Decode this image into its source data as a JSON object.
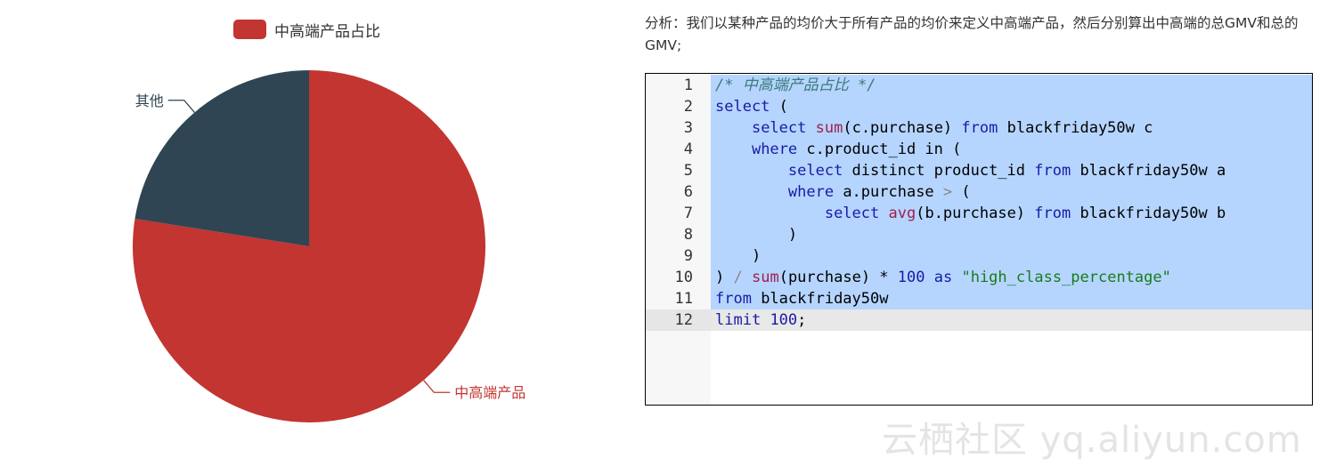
{
  "chart_data": {
    "type": "pie",
    "legend": [
      "中高端产品占比"
    ],
    "legend_color": "#c23531",
    "slices": [
      {
        "name": "中高端产品",
        "value": 77.5,
        "color": "#c23531"
      },
      {
        "name": "其他",
        "value": 22.5,
        "color": "#2f4554"
      }
    ]
  },
  "analysis": {
    "text": "分析：我们以某种产品的均价大于所有产品的均价来定义中高端产品，然后分别算出中高端的总GMV和总的GMV;"
  },
  "editor": {
    "lines": [
      {
        "num": "1",
        "tokens": [
          [
            "com",
            "/* 中高端产品占比 */"
          ]
        ]
      },
      {
        "num": "2",
        "tokens": [
          [
            "kw",
            "select"
          ],
          [
            "plain",
            " ("
          ]
        ]
      },
      {
        "num": "3",
        "tokens": [
          [
            "plain",
            "    "
          ],
          [
            "kw",
            "select"
          ],
          [
            "plain",
            " "
          ],
          [
            "fn",
            "sum"
          ],
          [
            "plain",
            "(c.purchase) "
          ],
          [
            "kw",
            "from"
          ],
          [
            "plain",
            " blackfriday50w c"
          ]
        ]
      },
      {
        "num": "4",
        "tokens": [
          [
            "plain",
            "    "
          ],
          [
            "kw",
            "where"
          ],
          [
            "plain",
            " c.product_id in ("
          ]
        ]
      },
      {
        "num": "5",
        "tokens": [
          [
            "plain",
            "        "
          ],
          [
            "kw",
            "select"
          ],
          [
            "plain",
            " distinct product_id "
          ],
          [
            "kw",
            "from"
          ],
          [
            "plain",
            " blackfriday50w a"
          ]
        ]
      },
      {
        "num": "6",
        "tokens": [
          [
            "plain",
            "        "
          ],
          [
            "kw",
            "where"
          ],
          [
            "plain",
            " a.purchase "
          ],
          [
            "op",
            ">"
          ],
          [
            "plain",
            " ("
          ]
        ]
      },
      {
        "num": "7",
        "tokens": [
          [
            "plain",
            "            "
          ],
          [
            "kw",
            "select"
          ],
          [
            "plain",
            " "
          ],
          [
            "fn",
            "avg"
          ],
          [
            "plain",
            "(b.purchase) "
          ],
          [
            "kw",
            "from"
          ],
          [
            "plain",
            " blackfriday50w b"
          ]
        ]
      },
      {
        "num": "8",
        "tokens": [
          [
            "plain",
            "        )"
          ]
        ]
      },
      {
        "num": "9",
        "tokens": [
          [
            "plain",
            "    )"
          ]
        ]
      },
      {
        "num": "10",
        "tokens": [
          [
            "plain",
            ") "
          ],
          [
            "op",
            "/"
          ],
          [
            "plain",
            " "
          ],
          [
            "fn",
            "sum"
          ],
          [
            "plain",
            "(purchase) * "
          ],
          [
            "num",
            "100"
          ],
          [
            "plain",
            " "
          ],
          [
            "kw",
            "as"
          ],
          [
            "plain",
            " "
          ],
          [
            "str",
            "\"high_class_percentage\""
          ]
        ]
      },
      {
        "num": "11",
        "tokens": [
          [
            "kw",
            "from"
          ],
          [
            "plain",
            " blackfriday50w"
          ]
        ]
      },
      {
        "num": "12",
        "tokens": [
          [
            "kw",
            "limit"
          ],
          [
            "plain",
            " "
          ],
          [
            "num",
            "100"
          ],
          [
            "plain",
            ";"
          ]
        ]
      }
    ],
    "selected_lines": [
      1,
      2,
      3,
      4,
      5,
      6,
      7,
      8,
      9,
      10,
      11
    ],
    "current_line": 12
  },
  "watermark": {
    "text": "云栖社区 yq.aliyun.com"
  }
}
